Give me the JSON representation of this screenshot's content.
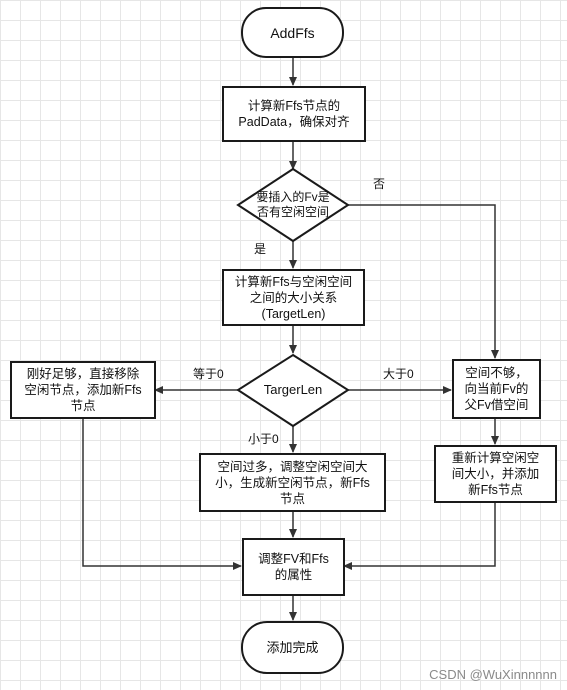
{
  "nodes": {
    "start": "AddFfs",
    "compute_pad": "计算新Ffs节点的PadData，确保对齐",
    "decision_space": "要插入的Fv是否有空闲空间",
    "compute_size": "计算新Ffs与空闲空间之间的大小关系(TargetLen)",
    "decision_target": "TargerLen",
    "exact_fit": "刚好足够，直接移除空闲节点，添加新Ffs节点",
    "too_large": "空间过多，调整空闲空间大小，生成新空闲节点，新Ffs节点",
    "borrow_space": "空间不够，向当前Fv的父Fv借空间",
    "recompute": "重新计算空闲空间大小，并添加新Ffs节点",
    "adjust": "调整FV和Ffs的属性",
    "end": "添加完成"
  },
  "edge_labels": {
    "no": "否",
    "yes": "是",
    "equal": "等于0",
    "greater": "大于0",
    "less": "小于0"
  },
  "watermark": "CSDN @WuXinnnnnn"
}
